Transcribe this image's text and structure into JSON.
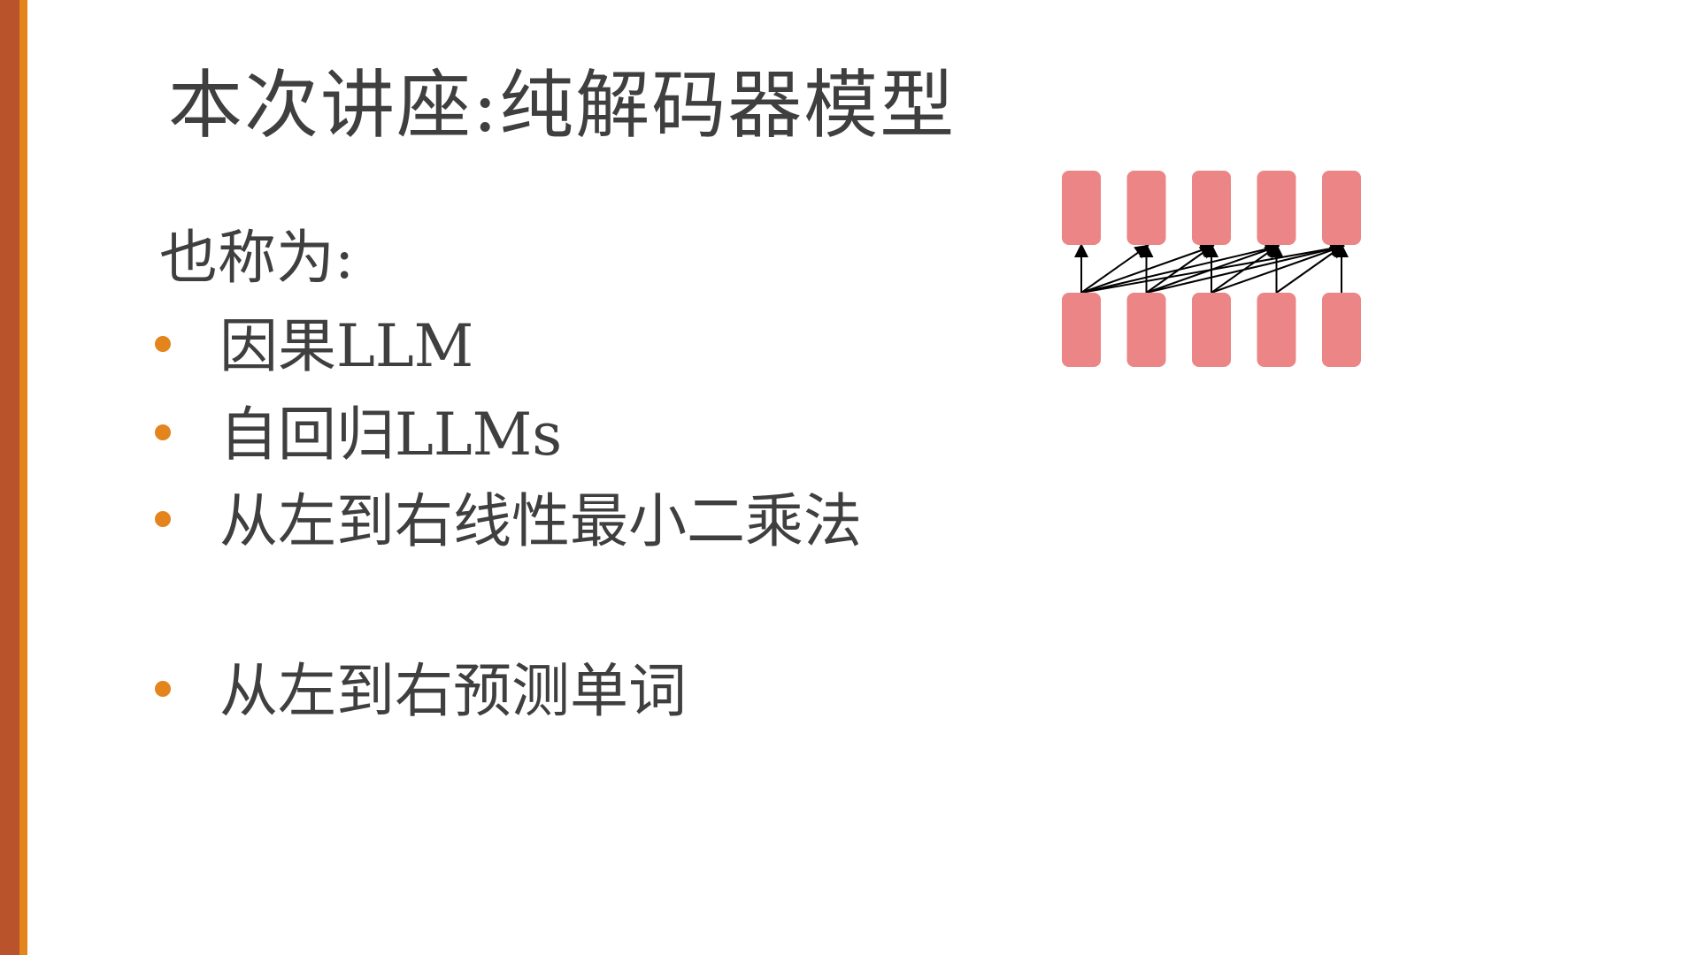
{
  "slide": {
    "title": "本次讲座:纯解码器模型",
    "subtitle": "也称为:",
    "bullets": [
      "因果LLM",
      "自回归LLMs",
      "从左到右线性最小二乘法",
      "从左到右预测单词"
    ]
  },
  "colors": {
    "accent_dark": "#b9532b",
    "accent_orange": "#e4841d",
    "token_block": "#ec8585",
    "arrow": "#000000"
  },
  "diagram": {
    "tokens_per_row": 5,
    "rows": 2,
    "connection": "causal: each upper token receives arrows from all lower tokens at or before its position"
  }
}
